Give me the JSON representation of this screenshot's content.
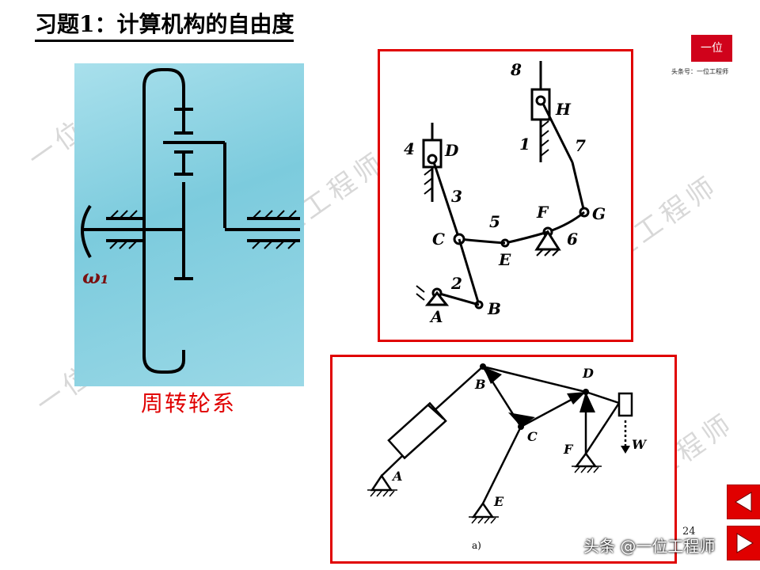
{
  "title": "习题1：计算机构的自由度",
  "logo": {
    "text": "一位",
    "subtitle": "头条号：一位工程师"
  },
  "watermark_text": "一位工程师",
  "left_panel": {
    "omega_label": "ω₁",
    "caption": "周转轮系"
  },
  "mechanism1": {
    "labels": {
      "n8": "8",
      "H": "H",
      "n4": "4",
      "D": "D",
      "n1": "1",
      "n7": "7",
      "n3": "3",
      "n5": "5",
      "F": "F",
      "G": "G",
      "C": "C",
      "E": "E",
      "n6": "6",
      "n2": "2",
      "A": "A",
      "B": "B"
    }
  },
  "mechanism2": {
    "labels": {
      "B": "B",
      "D": "D",
      "C": "C",
      "F": "F",
      "W": "W",
      "A": "A",
      "E": "E",
      "caption": "a)"
    }
  },
  "page_number": "24",
  "credit": "头条 @一位工程师",
  "colors": {
    "accent": "#e00000",
    "panel": "#8fd3e3"
  }
}
